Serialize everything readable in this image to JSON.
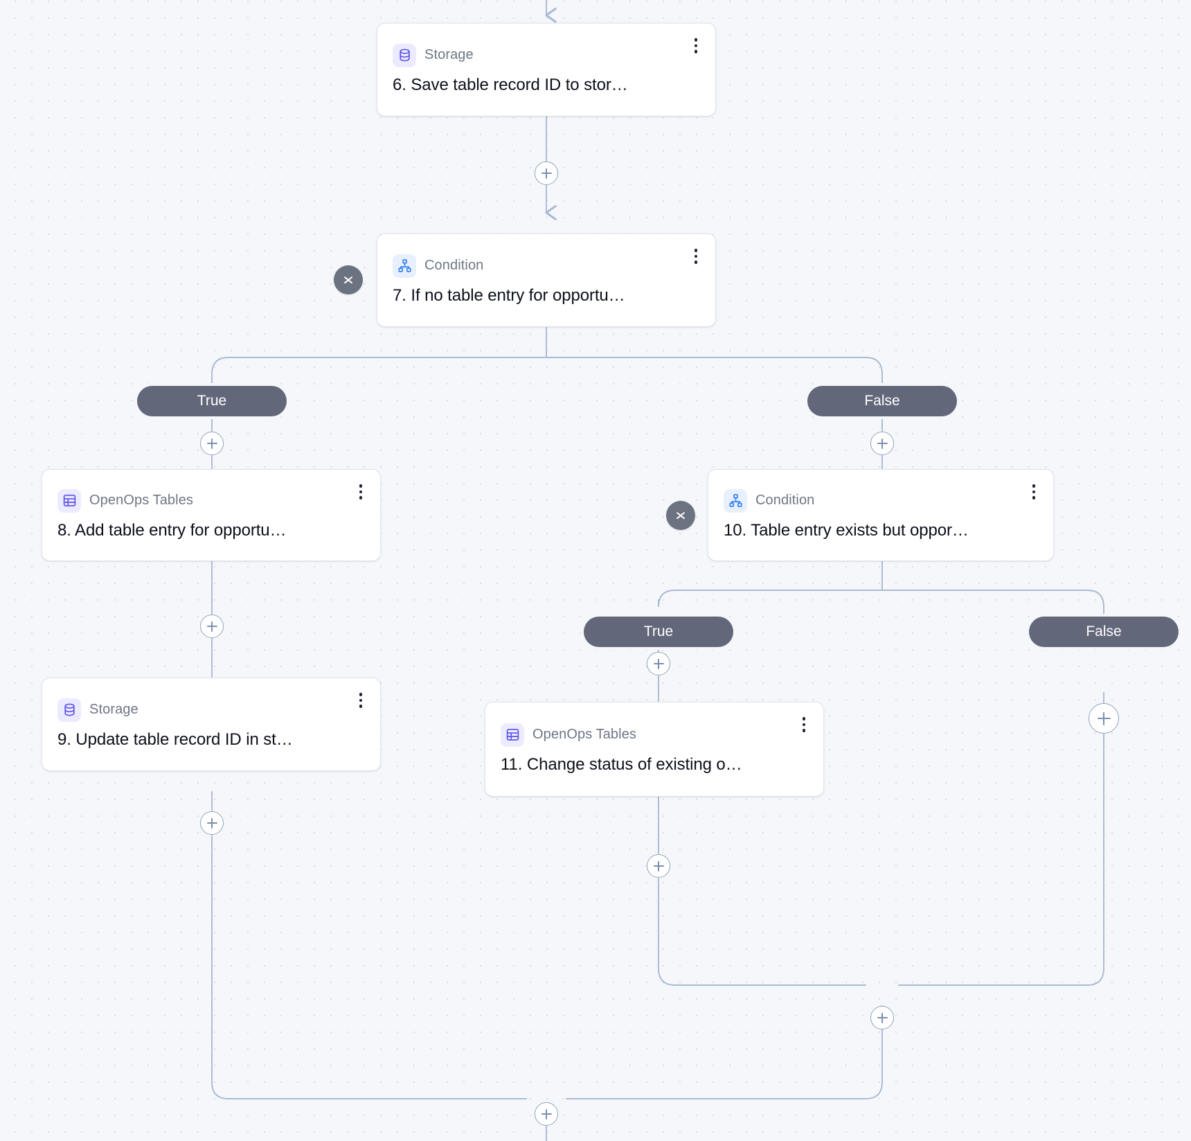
{
  "canvas": {
    "background": "#f6f7fa",
    "dot_color": "#d9dde7",
    "edge_color": "#a8bbd4"
  },
  "colors": {
    "node_bg": "#ffffff",
    "node_border": "#dfe3ec",
    "kind_text": "#6f7686",
    "title_text": "#0b0f19",
    "pill_bg": "#62677a",
    "pill_text": "#ffffff",
    "collapse_bg": "#6b7280",
    "plus_border": "#8fa4c0",
    "storage_icon": "#5b51e8",
    "tables_icon": "#5b51e8",
    "condition_icon": "#2f7df6"
  },
  "nodes": [
    {
      "id": "step-6",
      "kind": "Storage",
      "icon": "database-icon",
      "title": "6. Save table record ID to stor…",
      "menu": "more-options-icon"
    },
    {
      "id": "step-7",
      "kind": "Condition",
      "icon": "condition-branch-icon",
      "title": "7. If no table entry for opportu…",
      "menu": "more-options-icon"
    },
    {
      "id": "step-8",
      "kind": "OpenOps Tables",
      "icon": "table-grid-icon",
      "title": "8. Add table entry for opportu…",
      "menu": "more-options-icon"
    },
    {
      "id": "step-9",
      "kind": "Storage",
      "icon": "database-icon",
      "title": "9. Update table record ID in st…",
      "menu": "more-options-icon"
    },
    {
      "id": "step-10",
      "kind": "Condition",
      "icon": "condition-branch-icon",
      "title": "10. Table entry exists but oppor…",
      "menu": "more-options-icon"
    },
    {
      "id": "step-11",
      "kind": "OpenOps Tables",
      "icon": "table-grid-icon",
      "title": "11. Change status of existing o…",
      "menu": "more-options-icon"
    }
  ],
  "branch_labels": {
    "step7_true": "True",
    "step7_false": "False",
    "step10_true": "True",
    "step10_false": "False"
  },
  "collapse_buttons": {
    "step7": "collapse-branch-icon",
    "step10": "collapse-branch-icon"
  },
  "add_buttons": {
    "after_step6": "+",
    "branch_true_step7": "+",
    "branch_false_step7": "+",
    "after_step8": "+",
    "after_step9": "+",
    "branch_true_step10": "+",
    "branch_false_step10": "+",
    "after_step11": "+",
    "merge_step10": "+",
    "merge_bottom": "+"
  }
}
